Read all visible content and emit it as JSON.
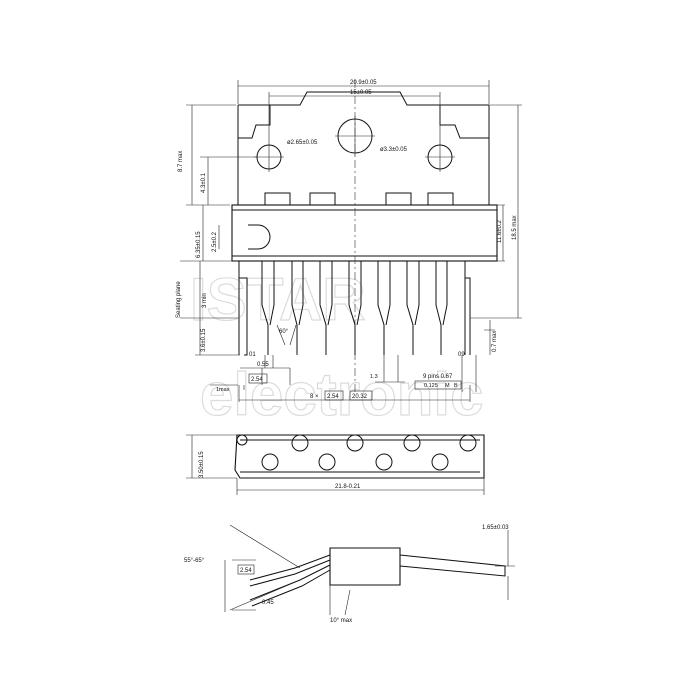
{
  "dimensions": {
    "overall_width": "20.9±0.05",
    "hole_spacing": "15±0.05",
    "small_hole": "ø2.65±0.05",
    "large_hole": "ø3.3±0.05",
    "tab_height_max": "8.7 max",
    "tab_offset": "4.3±0.1",
    "overall_height_max": "18.5 max",
    "body_height": "11.6±0.2",
    "body_thickness": "6.35±0.15",
    "notch": "2.5±0.2",
    "seating_plane": "Seating plane",
    "min3": "3 min",
    "lead_length": "3.6±0.15",
    "lead_angle": "60°",
    "lead_thickness": "0.7 max",
    "pin_width": "0.55",
    "pin_pitch": "2.54",
    "half_pitch": "1.3",
    "pin_9_spec": "9 pins 0.67",
    "position_tol": "0.125",
    "tol_m": "M",
    "tol_b": "B",
    "row_pitch_mult": "8 ×",
    "row_pitch_total": "20.32",
    "one_max": "1max",
    "pin_first": "01",
    "pin_last": "09",
    "bottom_height": "3.50±0.15",
    "bottom_width": "21.8-0.21",
    "side_angle": "55°-65°",
    "side_pitch": "2.54",
    "side_lead": "0.45",
    "side_tilt": "10° max",
    "side_thickness": "1.65±0.03"
  },
  "watermark": {
    "line1": "ISTAR",
    "line2": "electronic"
  }
}
